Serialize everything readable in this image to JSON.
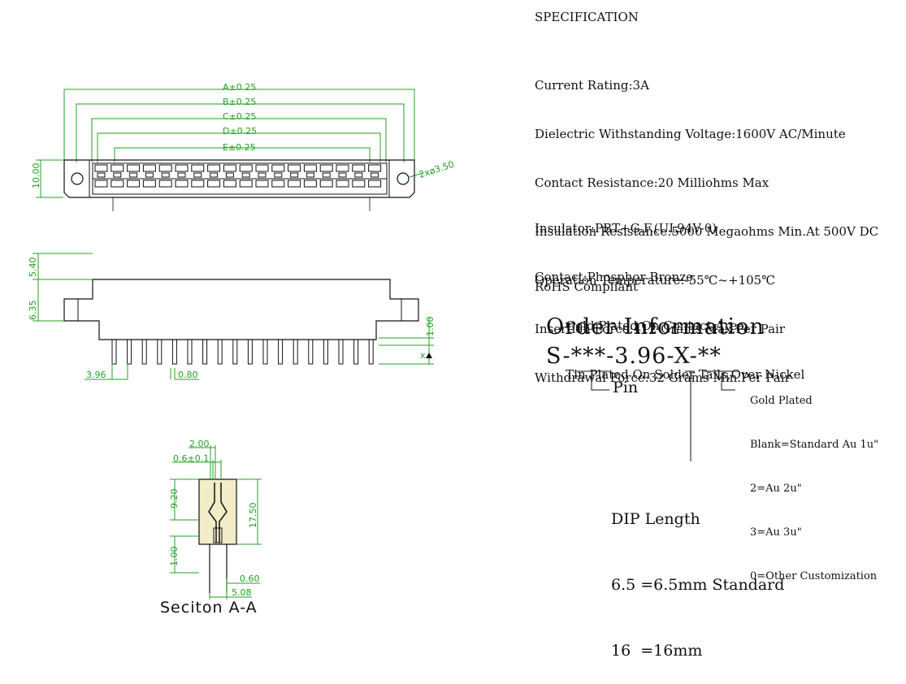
{
  "drawing": {
    "top_view_dims": [
      "A±0.25",
      "B±0.25",
      "C±0.25",
      "D±0.25",
      "E±0.25"
    ],
    "top_height": "10.00",
    "hole_dim": "2xø3.50",
    "side_dims": {
      "upper": "5.40",
      "lower": "6.35",
      "right": "1.00",
      "x": "x",
      "pitch": "3.96",
      "pin_w": "0.80"
    },
    "section_dims": {
      "w": "2.00",
      "tol": "0.6±0.1",
      "h1": "9.20",
      "h2": "17.50",
      "h3": "1.00",
      "p1": "0.60",
      "p2": "5.08"
    },
    "section_title": "Seciton A-A",
    "colors": {
      "dim_green": "#22a022",
      "outline": "#111111",
      "insulator_fill": "#f2ecc8"
    }
  },
  "spec": {
    "heading": "SPECIFICATION",
    "ratings": [
      "Current Rating:3A",
      "Dielectric Withstanding Voltage:1600V AC/Minute",
      "Contact Resistance:20 Milliohms Max",
      "Insulation Resistance:5000 Megaohms Min.At 500V DC",
      "Operation Temperature:-55℃~+105℃",
      "Insertion Force:412 Grams Max.Per Pair",
      "Withdrawal Force:32 Grams Min.Per Pair"
    ],
    "materials": [
      "Insulator:PBT+G.F.(UL94V-0)",
      "Contact:Phosphor Bronze",
      "        Gold Plated On Contact Area",
      "        Tin Plated On Solder Tails,Over Nickel"
    ],
    "rohs": "RoHS Compliant"
  },
  "order": {
    "title": "Order Information",
    "code": "S-***-3.96-X-**",
    "pin_label": "Pin",
    "plating_options": [
      "Gold Plated",
      "Blank=Standard Au 1u\"",
      "2=Au 2u\"",
      "3=Au 3u\"",
      "0=Other Customization"
    ],
    "dip_title": "DIP Length",
    "dip_options": [
      "6.5 =6.5mm Standard",
      "16  =16mm"
    ]
  }
}
